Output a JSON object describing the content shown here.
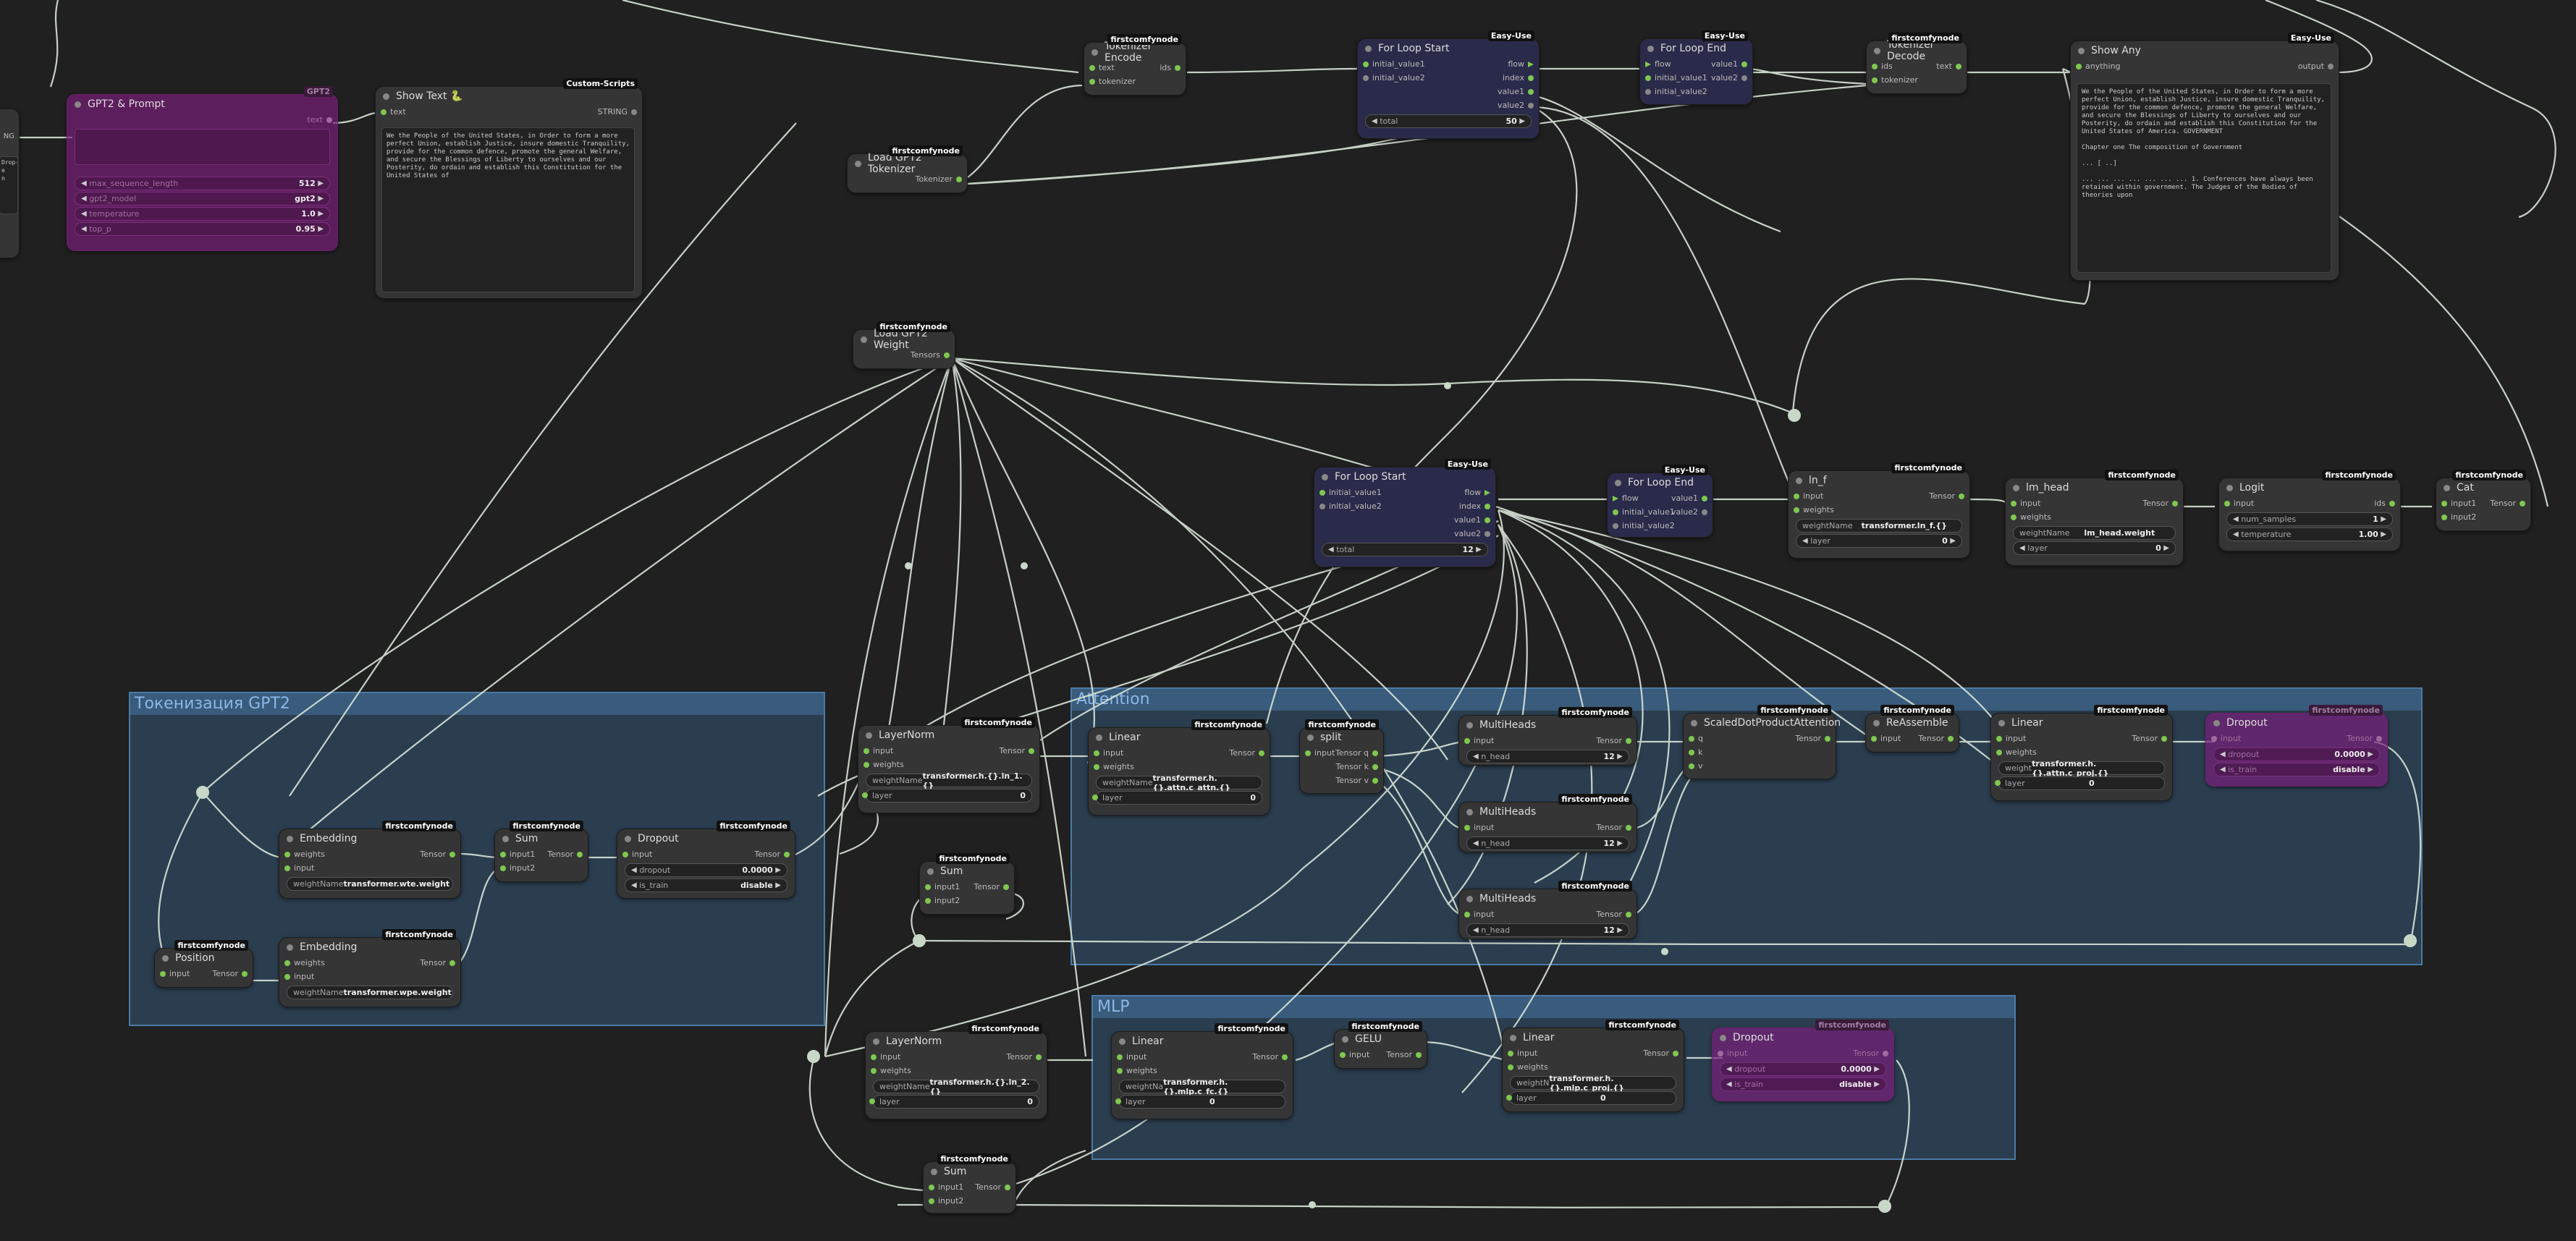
{
  "groups": {
    "tokenization": "Токенизация GPT2",
    "attention": "Attention",
    "mlp": "MLP"
  },
  "badges": {
    "fcn": "firstcomfynode",
    "easy": "Easy-Use",
    "custom": "Custom-Scripts",
    "gpt2": "GPT2"
  },
  "nodes": {
    "gpt2_prompt": {
      "title": "GPT2 & Prompt",
      "out": "text",
      "w1": "max_sequence_length",
      "w1v": "512",
      "w2": "gpt2_model",
      "w2v": "gpt2",
      "w3": "temperature",
      "w3v": "1.0",
      "w4": "top_p",
      "w4v": "0.95"
    },
    "left_partial": {
      "out": "NG",
      "text": "Drop-\ne\nn"
    },
    "show_text": {
      "title": "Show Text 🐍",
      "in": "text",
      "out": "STRING",
      "text": "We the People of the United States, in Order to form a more perfect Union, establish Justice, insure domestic Tranquility, provide for the common defence, promote the general Welfare, and secure the Blessings of Liberty to ourselves and our Posterity, do ordain and establish this Constitution for the United States of"
    },
    "tokenizer_encode": {
      "title": "Tokenizer Encode",
      "in1": "text",
      "in2": "tokenizer",
      "out": "ids"
    },
    "load_tokenizer": {
      "title": "Load GPT2 Tokenizer",
      "out": "Tokenizer"
    },
    "for_start_1": {
      "title": "For Loop Start",
      "in1": "initial_value1",
      "in2": "initial_value2",
      "o1": "flow",
      "o2": "index",
      "o3": "value1",
      "o4": "value2",
      "w": "total",
      "wv": "50"
    },
    "for_end_1": {
      "title": "For Loop End",
      "in1": "flow",
      "in2": "initial_value1",
      "in3": "initial_value2",
      "o1": "value1",
      "o2": "value2"
    },
    "tokenizer_decode": {
      "title": "Tokenizer Decode",
      "in1": "ids",
      "in2": "tokenizer",
      "out": "text"
    },
    "show_any": {
      "title": "Show Any",
      "in": "anything",
      "out": "output",
      "text": "We the People of the United States, in Order to form a more perfect Union, establish Justice, insure domestic Tranquility, provide for the common defence, promote the general Welfare, and secure the Blessings of Liberty to ourselves and our Posterity, do ordain and establish this Constitution for the United States of America. GOVERNMENT\n\nChapter one The composition of Government\n\n... [ ..]\n\n... ... ... ... ... ... ... 1. Conferences have always been retained within government. The Judges of the Bodies of theories upon"
    },
    "load_weight": {
      "title": "Load GPT2 Weight",
      "out": "Tensors"
    },
    "for_start_2": {
      "title": "For Loop Start",
      "in1": "initial_value1",
      "in2": "initial_value2",
      "o1": "flow",
      "o2": "index",
      "o3": "value1",
      "o4": "value2",
      "w": "total",
      "wv": "12"
    },
    "for_end_2": {
      "title": "For Loop End",
      "in1": "flow",
      "in2": "initial_value1",
      "in3": "initial_value2",
      "o1": "value1",
      "o2": "value2"
    },
    "ln_f": {
      "title": "ln_f",
      "in1": "input",
      "in2": "weights",
      "out": "Tensor",
      "w1": "weightName",
      "w1v": "transformer.ln_f.{}",
      "w2": "layer",
      "w2v": "0"
    },
    "lm_head": {
      "title": "lm_head",
      "in1": "input",
      "in2": "weights",
      "out": "Tensor",
      "w1": "weightName",
      "w1v": "lm_head.weight",
      "w2": "layer",
      "w2v": "0"
    },
    "logit": {
      "title": "Logit",
      "in": "input",
      "out": "ids",
      "w1": "num_samples",
      "w1v": "1",
      "w2": "temperature",
      "w2v": "1.00"
    },
    "cat": {
      "title": "Cat",
      "in1": "input1",
      "in2": "input2",
      "out": "Tensor"
    },
    "layernorm_1": {
      "title": "LayerNorm",
      "in1": "input",
      "in2": "weights",
      "out": "Tensor",
      "w1": "weightName",
      "w1v": "transformer.h.{}.ln_1.{}",
      "w2": "layer",
      "w2v": "0"
    },
    "linear_attn": {
      "title": "Linear",
      "in1": "input",
      "in2": "weights",
      "out": "Tensor",
      "w1": "weightName",
      "w1v": "transformer.h.{}.attn.c_attn.{}",
      "w2": "layer",
      "w2v": "0"
    },
    "split": {
      "title": "split",
      "in": "input",
      "o1": "Tensor q",
      "o2": "Tensor k",
      "o3": "Tensor v"
    },
    "multihead_1": {
      "title": "MultiHeads",
      "in": "input",
      "out": "Tensor",
      "w": "n_head",
      "wv": "12"
    },
    "multihead_2": {
      "title": "MultiHeads",
      "in": "input",
      "out": "Tensor",
      "w": "n_head",
      "wv": "12"
    },
    "multihead_3": {
      "title": "MultiHeads",
      "in": "input",
      "out": "Tensor",
      "w": "n_head",
      "wv": "12"
    },
    "sdpa": {
      "title": "ScaledDotProductAttention",
      "in1": "q",
      "in2": "k",
      "in3": "v",
      "out": "Tensor"
    },
    "reassemble": {
      "title": "ReAssemble",
      "in": "input",
      "out": "Tensor"
    },
    "linear_proj": {
      "title": "Linear",
      "in1": "input",
      "in2": "weights",
      "out": "Tensor",
      "w1": "weight",
      "w1v": "transformer.h.{}.attn.c_proj.{}",
      "w2": "layer",
      "w2v": "0"
    },
    "dropout_attn": {
      "title": "Dropout",
      "in": "input",
      "out": "Tensor",
      "w1": "dropout",
      "w1v": "0.0000",
      "w2": "is_train",
      "w2v": "disable"
    },
    "sum_1": {
      "title": "Sum",
      "in1": "input1",
      "in2": "input2",
      "out": "Tensor"
    },
    "embedding_1": {
      "title": "Embedding",
      "in1": "weights",
      "in2": "input",
      "out": "Tensor",
      "w": "weightName",
      "wv": "transformer.wte.weight"
    },
    "embedding_2": {
      "title": "Embedding",
      "in1": "weights",
      "in2": "input",
      "out": "Tensor",
      "w": "weightName",
      "wv": "transformer.wpe.weight"
    },
    "position": {
      "title": "Position",
      "in": "input",
      "out": "Tensor"
    },
    "sum_tok": {
      "title": "Sum",
      "in1": "input1",
      "in2": "input2",
      "out": "Tensor"
    },
    "dropout_tok": {
      "title": "Dropout",
      "in": "input",
      "out": "Tensor",
      "w1": "dropout",
      "w1v": "0.0000",
      "w2": "is_train",
      "w2v": "disable"
    },
    "layernorm_2": {
      "title": "LayerNorm",
      "in1": "input",
      "in2": "weights",
      "out": "Tensor",
      "w1": "weightName",
      "w1v": "transformer.h.{}.ln_2.{}",
      "w2": "layer",
      "w2v": "0"
    },
    "linear_fc": {
      "title": "Linear",
      "in1": "input",
      "in2": "weights",
      "out": "Tensor",
      "w1": "weightNa",
      "w1v": "transformer.h.{}.mlp.c_fc.{}",
      "w2": "layer",
      "w2v": "0"
    },
    "gelu": {
      "title": "GELU",
      "in": "input",
      "out": "Tensor"
    },
    "linear_mlp_proj": {
      "title": "Linear",
      "in1": "input",
      "in2": "weights",
      "out": "Tensor",
      "w1": "weightN",
      "w1v": "transformer.h.{}.mlp.c_proj.{}",
      "w2": "layer",
      "w2v": "0"
    },
    "dropout_mlp": {
      "title": "Dropout",
      "in": "input",
      "out": "Tensor",
      "w1": "dropout",
      "w1v": "0.0000",
      "w2": "is_train",
      "w2v": "disable"
    },
    "sum_2": {
      "title": "Sum",
      "in1": "input1",
      "in2": "input2",
      "out": "Tensor"
    }
  }
}
